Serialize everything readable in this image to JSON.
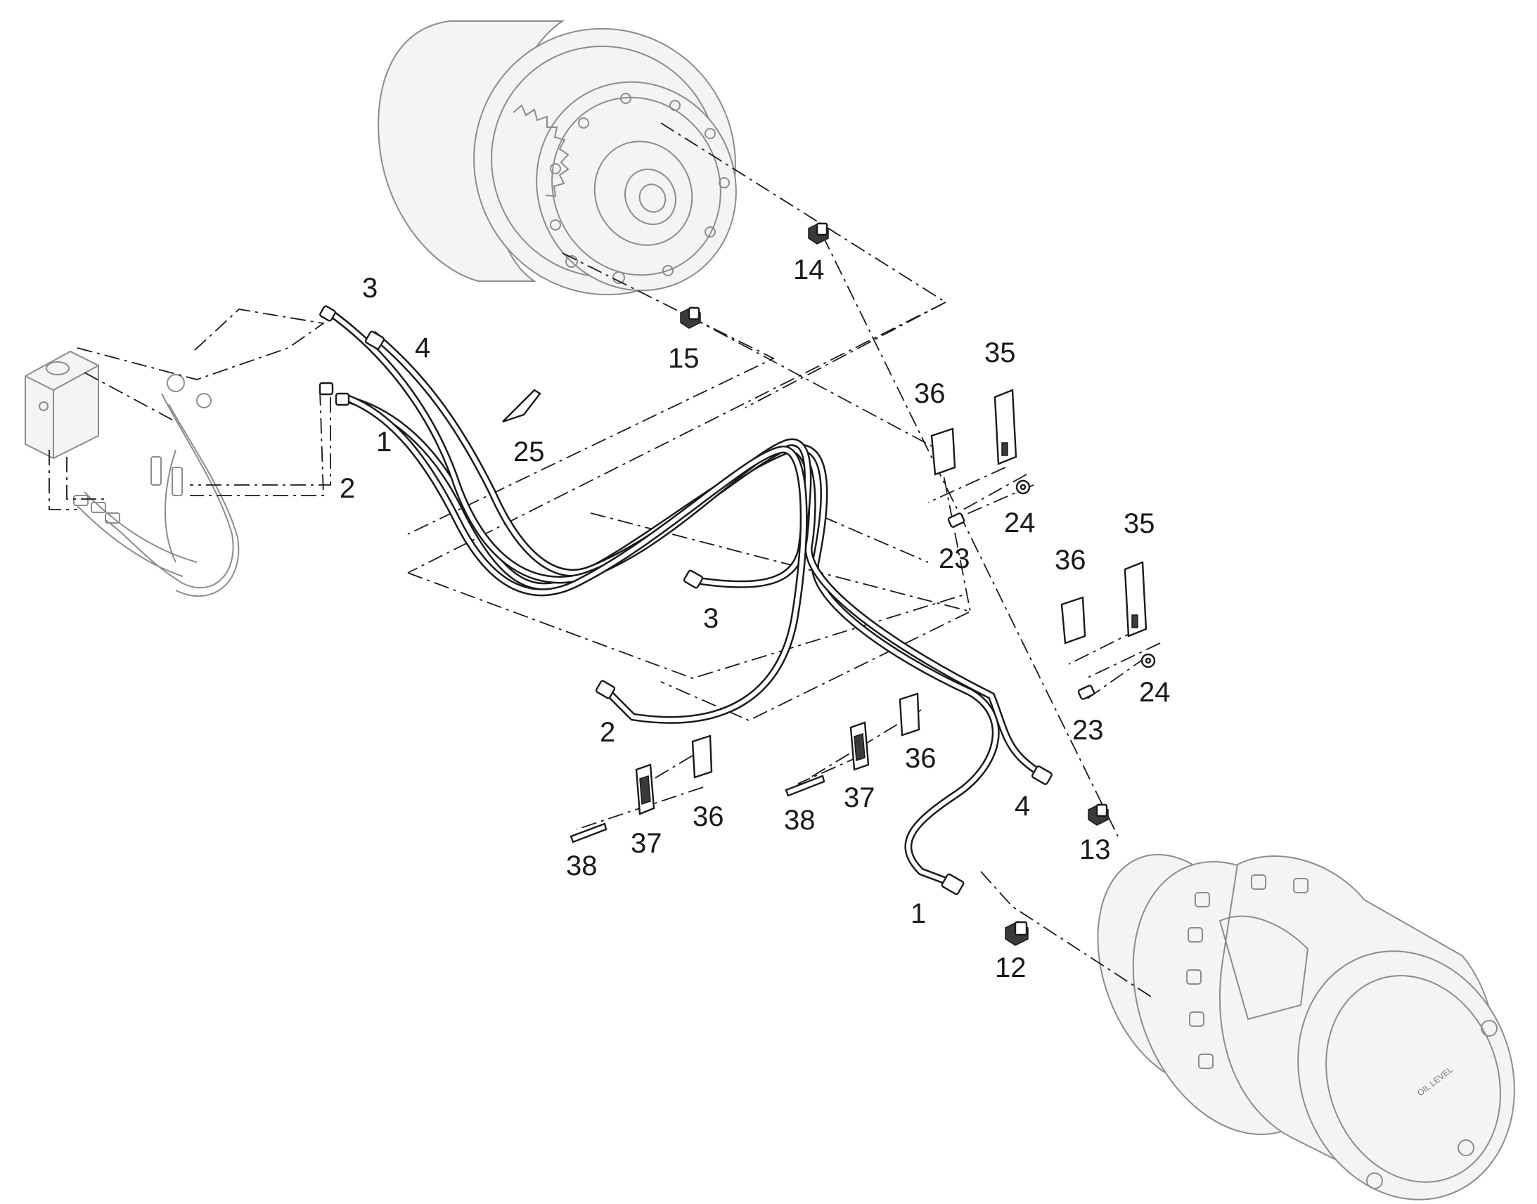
{
  "callouts": {
    "c1a": "1",
    "c1b": "1",
    "c2a": "2",
    "c2b": "2",
    "c3a": "3",
    "c3b": "3",
    "c4a": "4",
    "c4b": "4",
    "c12": "12",
    "c13": "13",
    "c14": "14",
    "c15": "15",
    "c23a": "23",
    "c23b": "23",
    "c24a": "24",
    "c24b": "24",
    "c25": "25",
    "c35a": "35",
    "c35b": "35",
    "c36a": "36",
    "c36b": "36",
    "c36c": "36",
    "c36d": "36",
    "c37a": "37",
    "c37b": "37",
    "c38a": "38",
    "c38b": "38"
  },
  "hub_marking": "OIL LEVEL"
}
